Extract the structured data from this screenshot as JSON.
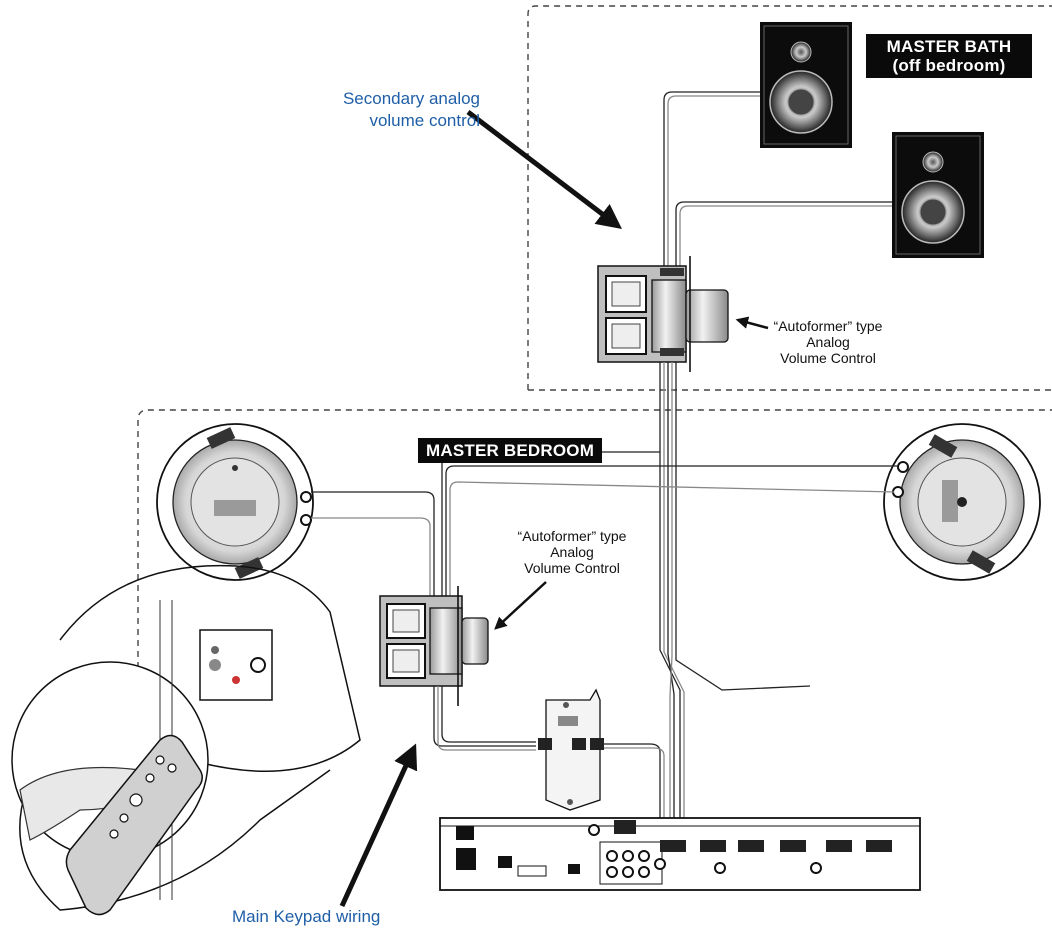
{
  "zones": {
    "bath_title_line1": "MASTER BATH",
    "bath_title_line2": "(off bedroom)",
    "bedroom_title": "MASTER BEDROOM"
  },
  "labels": {
    "secondary_line1": "Secondary analog",
    "secondary_line2": "volume control",
    "main_keypad": "Main Keypad wiring"
  },
  "callouts": {
    "upper": {
      "line1": "“Autoformer” type",
      "line2": "Analog",
      "line3": "Volume Control"
    },
    "lower": {
      "line1": "“Autoformer” type",
      "line2": "Analog",
      "line3": "Volume Control"
    }
  },
  "colors": {
    "label_blue": "#1f5fa8",
    "title_bg": "#0a0a0a",
    "line": "#111111"
  },
  "icons": [
    "wall-speaker-icon",
    "ceiling-speaker-icon",
    "volume-control-icon",
    "keypad-icon",
    "remote-hand-icon",
    "amplifier-icon",
    "junction-board-icon",
    "arrow-icon"
  ]
}
